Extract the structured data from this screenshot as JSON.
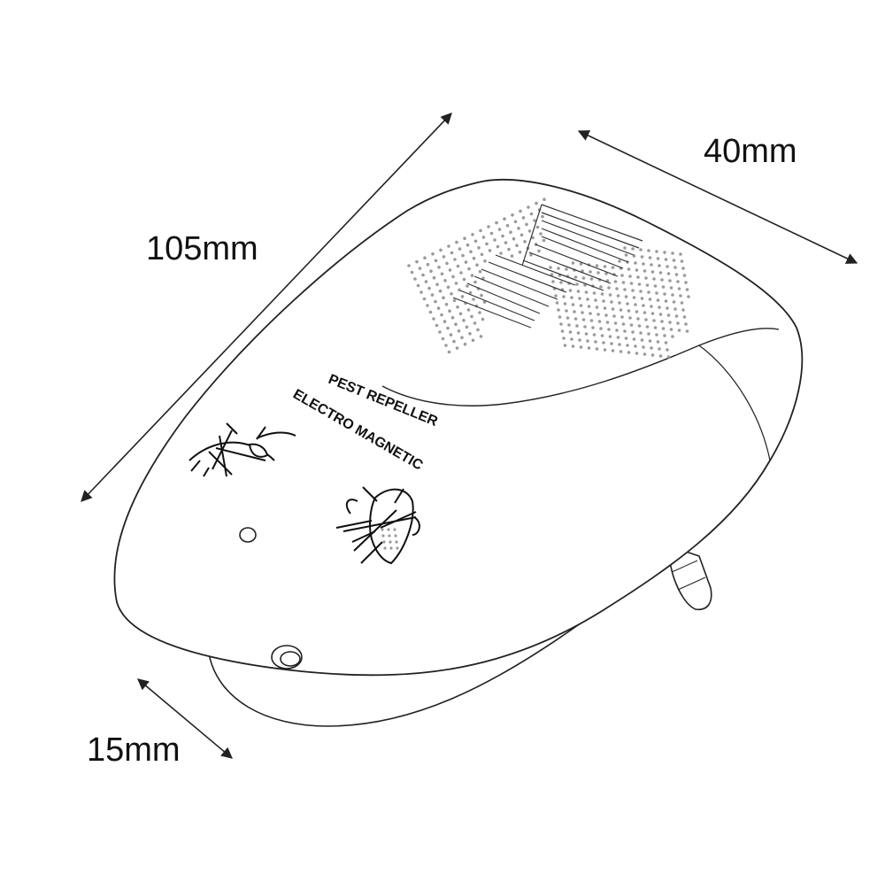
{
  "dimensions": {
    "length": "105mm",
    "width": "40mm",
    "depth": "15mm"
  },
  "device": {
    "label_line1": "PEST REPELLER",
    "label_line2": "ELECTRO MAGNETIC"
  },
  "colors": {
    "line": "#222222",
    "background": "#ffffff",
    "dots": "#9a9a9a"
  },
  "icons": [
    "mosquito-icon",
    "fly-icon"
  ]
}
